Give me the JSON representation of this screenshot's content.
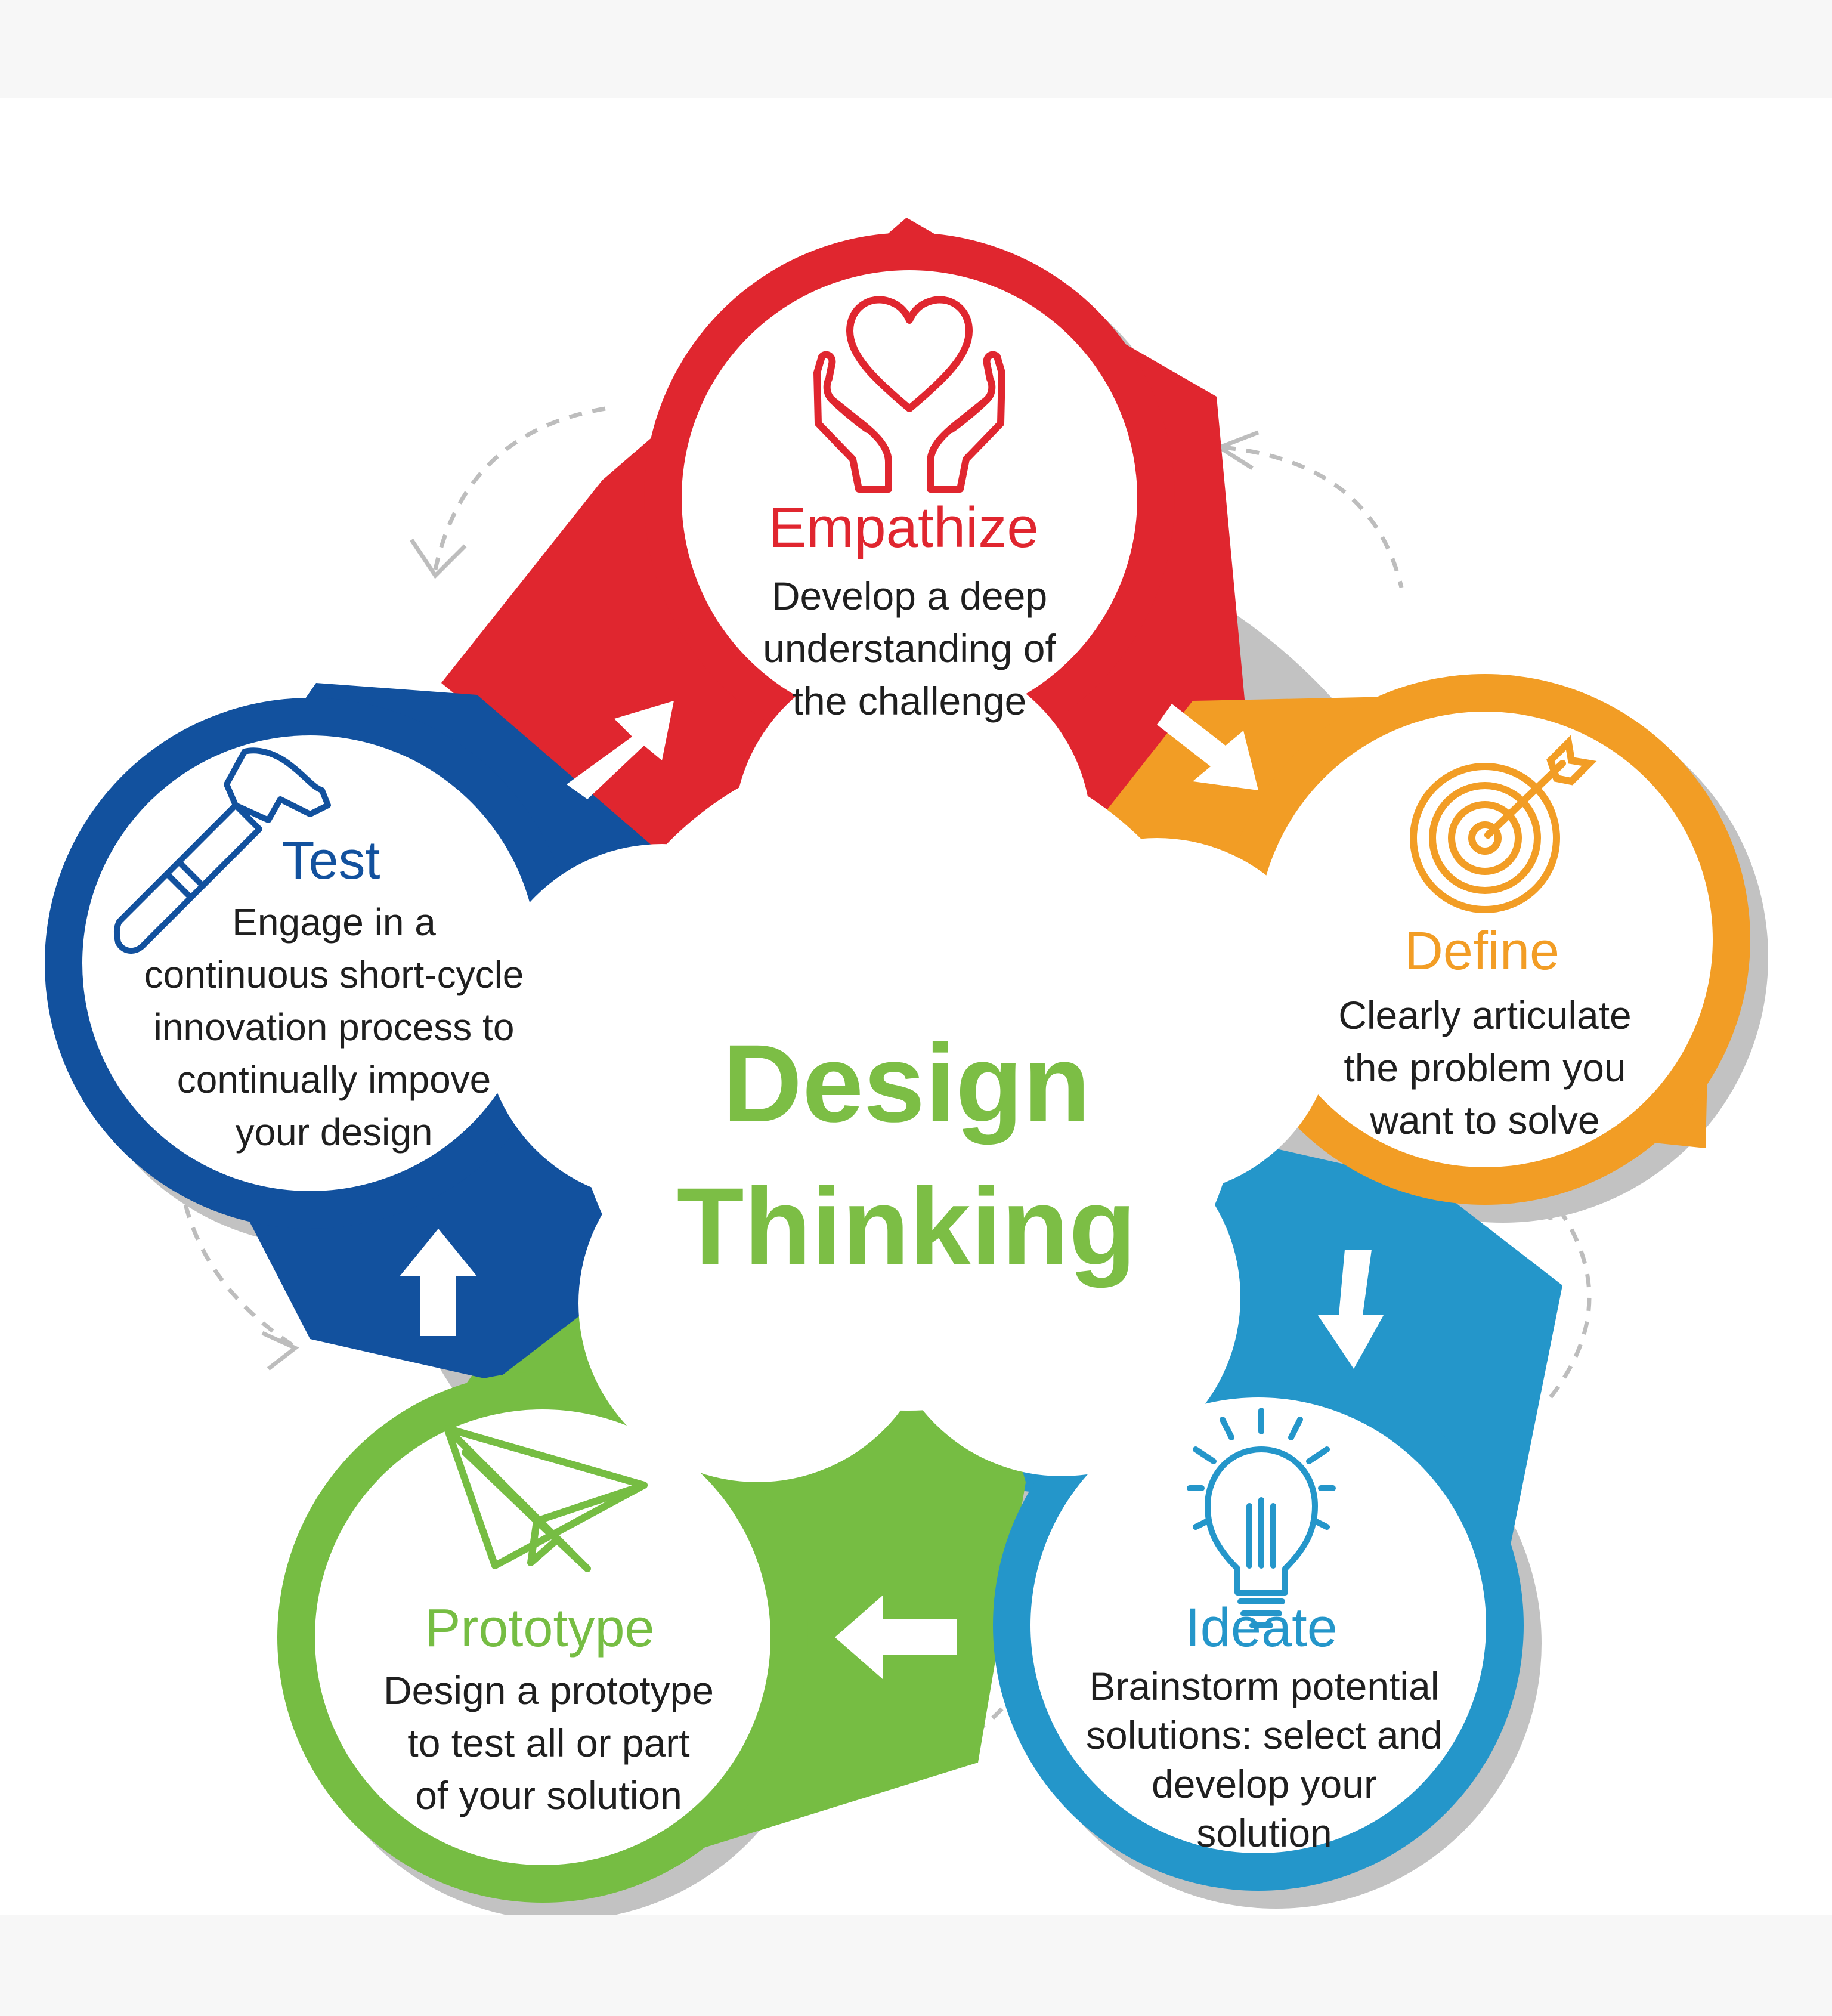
{
  "center": {
    "line1": "Design",
    "line2": "Thinking"
  },
  "stages": [
    {
      "key": "empathize",
      "title": "Empathize",
      "icon": "heart-hands-icon",
      "color": "#e0262f",
      "lines": [
        "Develop a deep",
        "understanding of",
        "the challenge"
      ]
    },
    {
      "key": "define",
      "title": "Define",
      "icon": "target-icon",
      "color": "#f29d25",
      "lines": [
        "Clearly articulate",
        "the problem you",
        "want to solve"
      ]
    },
    {
      "key": "ideate",
      "title": "Ideate",
      "icon": "lightbulb-icon",
      "color": "#2496ca",
      "lines": [
        "Brainstorm potential",
        "solutions: select and",
        "develop your",
        "solution"
      ]
    },
    {
      "key": "prototype",
      "title": "Prototype",
      "icon": "paper-plane-icon",
      "color": "#76bd43",
      "lines": [
        "Design a prototype",
        "to test all or part",
        "of your solution"
      ]
    },
    {
      "key": "test",
      "title": "Test",
      "icon": "hammer-icon",
      "color": "#12519e",
      "lines": [
        "Engage in a",
        "continuous short-cycle",
        "innovation process to",
        "continually impove",
        "your design"
      ]
    }
  ],
  "colors": {
    "center_text": "#7cbe45",
    "body_text": "#1f1f1f",
    "dashed_arrow": "#bdbdbd",
    "shadow": "#b9b9b9"
  }
}
